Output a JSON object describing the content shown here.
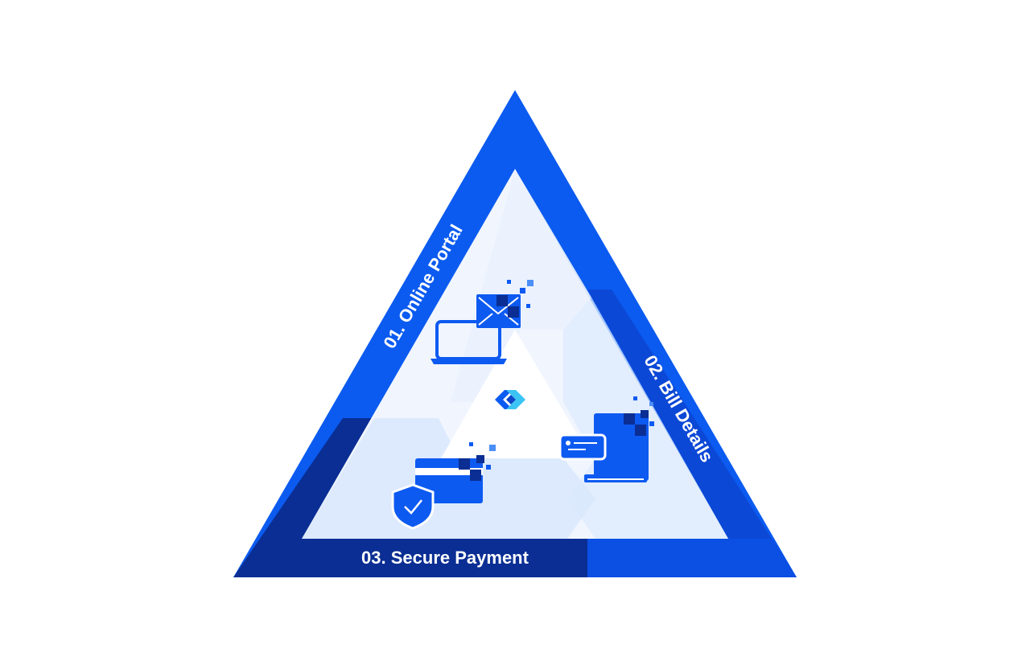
{
  "diagram": {
    "steps": [
      {
        "label": "01. Online Portal",
        "icon": "laptop-mail-icon"
      },
      {
        "label": "02. Bill Details",
        "icon": "bill-document-icon"
      },
      {
        "label": "03. Secure Payment",
        "icon": "card-shield-icon"
      }
    ],
    "center_logo": "brand-logo-icon",
    "colors": {
      "bright_blue": "#0B5BF0",
      "navy_blue": "#0A2E93",
      "mid_blue": "#0C4EDF",
      "pale_blue": "#E8F1FE",
      "icon_blue": "#0D5AF1"
    }
  }
}
